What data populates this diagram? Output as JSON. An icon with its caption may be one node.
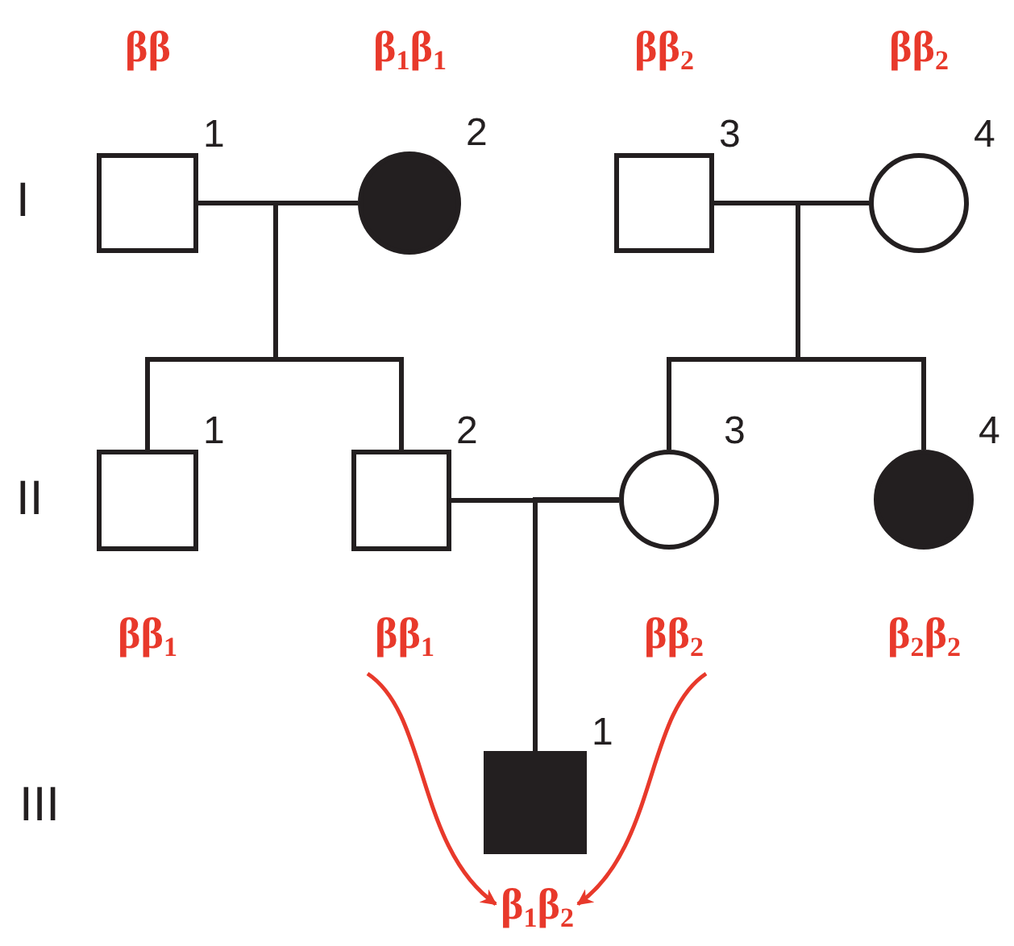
{
  "diagram": {
    "nodes": [
      {
        "text": [],
        "shape": "box",
        "beside": [
          "ββ",
          "1"
        ]
      },
      {
        "text": [],
        "shape": "circle",
        "beside": [
          "β$_{1}$β$_{1}$",
          "2"
        ]
      },
      {
        "text": [],
        "shape": "box",
        "beside": [
          "ββ$_{2}$",
          "3"
        ]
      },
      {
        "text": [],
        "shape": "circle",
        "beside": [
          "ββ$_{2}$",
          "4"
        ]
      },
      {
        "text": [],
        "shape": "box",
        "beside": [
          "1",
          "ββ$_{1}$"
        ]
      },
      {
        "text": [],
        "shape": "box",
        "beside": [
          "2"
        ]
      },
      {
        "text": [],
        "shape": "circle",
        "beside": [
          "3"
        ]
      },
      {
        "text": [],
        "shape": "circle",
        "beside": [
          "4",
          "β$_{2}$β$_{2}$"
        ]
      },
      {
        "text": [
          "ββ$_{1}$"
        ]
      },
      {
        "text": [
          "ββ$_{2}$"
        ]
      },
      {
        "text": [],
        "shape": "box",
        "beside": [
          "1"
        ]
      },
      {
        "text": [
          "β$_{1}$β$_{2}$"
        ]
      }
    ],
    "edges": [
      {
        "from": 0,
        "to": 1,
        "arrow": "none"
      },
      {
        "from": 1,
        "to": 4,
        "arrow": "none"
      },
      {
        "from": 1,
        "to": 5,
        "arrow": "none"
      },
      {
        "from": 2,
        "to": 3,
        "arrow": "none"
      },
      {
        "from": 3,
        "to": 6,
        "arrow": "none"
      },
      {
        "from": 3,
        "to": 7,
        "arrow": "none"
      },
      {
        "from": 5,
        "to": 6,
        "arrow": "none"
      },
      {
        "from": 6,
        "to": 10,
        "arrow": "none"
      },
      {
        "from": 8,
        "to": 11,
        "arrow": "to",
        "color": "#e8392b"
      },
      {
        "from": 9,
        "to": 11,
        "arrow": "to",
        "color": "#e8392b"
      }
    ],
    "labels": [
      "I",
      "II",
      "III"
    ]
  }
}
